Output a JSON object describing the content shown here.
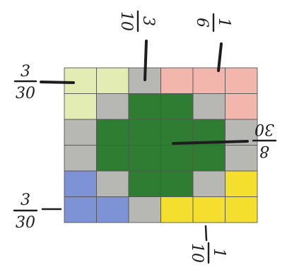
{
  "diagram": {
    "grid_rows": 6,
    "grid_cols": 6,
    "palette": {
      "lightgreen": "#e3ecb2",
      "gray": "#b7b7b4",
      "pink": "#f3b6ac",
      "blue": "#7e93d6",
      "yellow": "#f4de2e",
      "darkgreen": "#2f7d32"
    },
    "cells": [
      [
        "lightgreen",
        "lightgreen",
        "gray",
        "pink",
        "pink",
        "pink"
      ],
      [
        "lightgreen",
        "gray",
        "darkgreen",
        "darkgreen",
        "gray",
        "pink"
      ],
      [
        "gray",
        "darkgreen",
        "darkgreen",
        "darkgreen",
        "darkgreen",
        "gray"
      ],
      [
        "gray",
        "darkgreen",
        "darkgreen",
        "darkgreen",
        "darkgreen",
        "gray"
      ],
      [
        "blue",
        "gray",
        "darkgreen",
        "darkgreen",
        "gray",
        "yellow"
      ],
      [
        "blue",
        "blue",
        "gray",
        "yellow",
        "yellow",
        "yellow"
      ]
    ],
    "labels": [
      {
        "id": "lightgreen",
        "num": "3",
        "den": "30"
      },
      {
        "id": "gray",
        "num": "3",
        "den": "10"
      },
      {
        "id": "pink",
        "num": "1",
        "den": "6"
      },
      {
        "id": "darkgreen",
        "num": "8",
        "den": "30"
      },
      {
        "id": "blue",
        "num": "3",
        "den": "30"
      },
      {
        "id": "yellow",
        "num": "1",
        "den": "10"
      }
    ]
  }
}
